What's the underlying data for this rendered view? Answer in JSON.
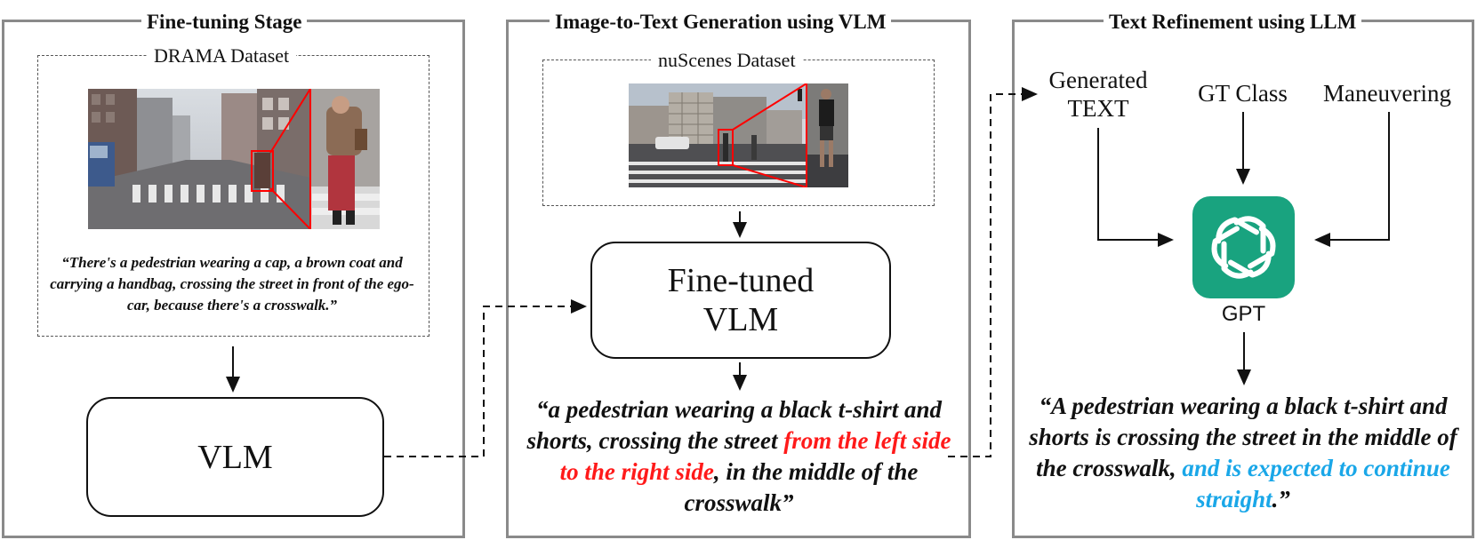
{
  "panels": [
    {
      "title": "Fine-tuning Stage"
    },
    {
      "title": "Image-to-Text Generation using VLM"
    },
    {
      "title": "Text Refinement using LLM"
    }
  ],
  "stage1": {
    "dataset_label": "DRAMA Dataset",
    "caption": "“There's a pedestrian wearing a cap, a brown coat and carrying a handbag, crossing the street in front of the ego-car, because there's a crosswalk.”",
    "model_label": "VLM"
  },
  "stage2": {
    "dataset_label": "nuScenes Dataset",
    "model_line1": "Fine-tuned",
    "model_line2": "VLM",
    "output": {
      "part1": "“a pedestrian wearing a black t-shirt and shorts, crossing the street ",
      "highlight": "from the left side to the right side",
      "part2": ", in the middle of the crosswalk”"
    }
  },
  "stage3": {
    "input1_line1": "Generated",
    "input1_line2": "TEXT",
    "input2": "GT Class",
    "input3": "Maneuvering",
    "llm_label": "GPT",
    "output": {
      "part1": "“A pedestrian wearing a black t-shirt and shorts is crossing the street in the middle of the crosswalk, ",
      "highlight": "and is expected to continue straight",
      "part2": ".”"
    }
  },
  "colors": {
    "panel_border": "#8a8a8a",
    "highlight_red": "#ff1a1a",
    "highlight_cyan": "#1aa7e8",
    "gpt_green": "#19a37f",
    "bbox_red": "#ff0000"
  }
}
